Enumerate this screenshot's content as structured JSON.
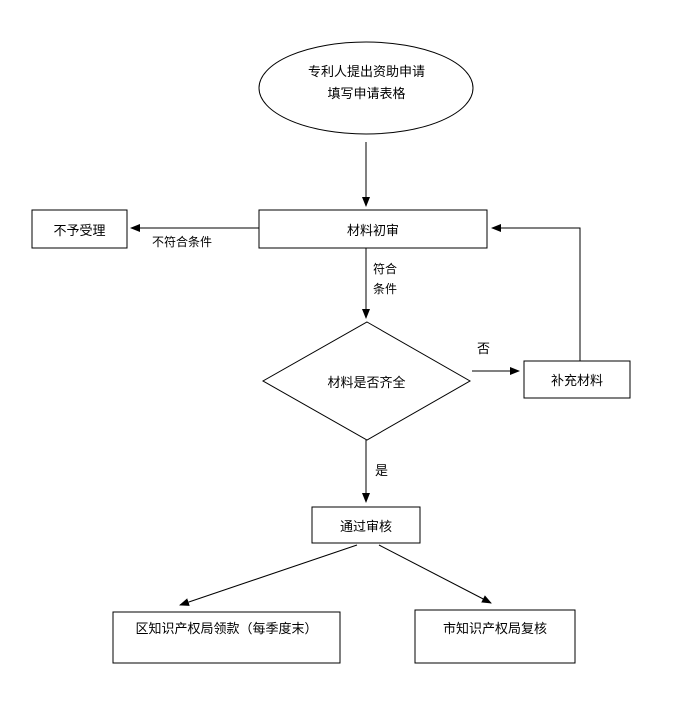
{
  "diagram": {
    "background_color": "#ffffff",
    "stroke_color": "#000000",
    "text_color": "#000000",
    "nodes": {
      "start": {
        "line1": "专利人提出资助申请",
        "line2": "填写申请表格"
      },
      "reject": {
        "label": "不予受理"
      },
      "initial_review": {
        "label": "材料初审"
      },
      "materials_complete": {
        "label": "材料是否齐全"
      },
      "supplement": {
        "label": "补充材料"
      },
      "approved": {
        "label": "通过审核"
      },
      "district_office": {
        "label": "区知识产权局领款（每季度末）"
      },
      "city_office": {
        "label": "市知识产权局复核"
      }
    },
    "edge_labels": {
      "not_meet": "不符合条件",
      "meet_line1": "符合",
      "meet_line2": "条件",
      "no": "否",
      "yes": "是"
    }
  }
}
